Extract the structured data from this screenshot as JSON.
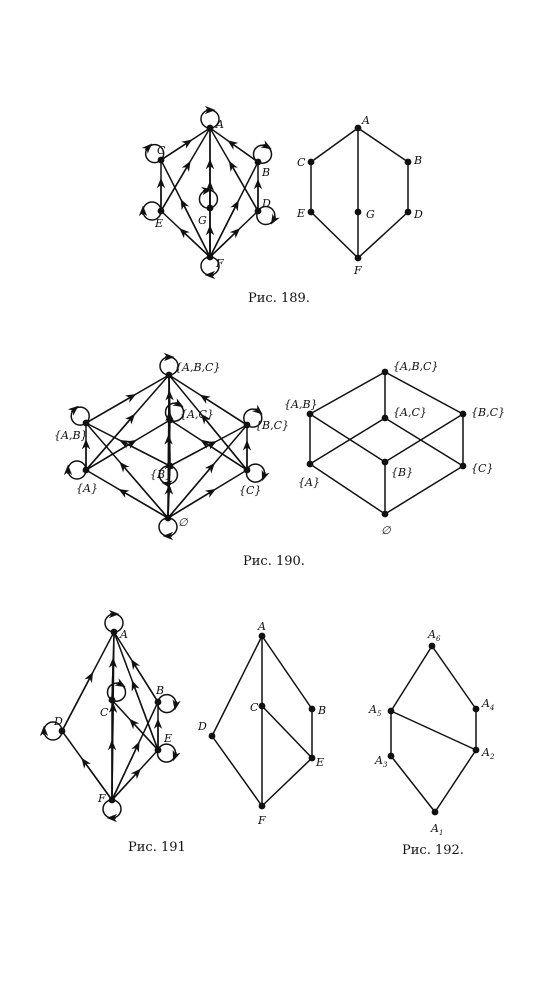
{
  "figures": [
    {
      "id": "fig189",
      "caption": "Рис. 189.",
      "graph_labels": {
        "A": "A",
        "B": "B",
        "C": "C",
        "D": "D",
        "E": "E",
        "F": "F",
        "G": "G"
      },
      "hasse_labels": {
        "A": "A",
        "B": "B",
        "C": "C",
        "D": "D",
        "E": "E",
        "F": "F",
        "G": "G"
      }
    },
    {
      "id": "fig190",
      "caption": "Рис. 190.",
      "graph_labels": {
        "ABC": "{A,B,C}",
        "AB": "{A,B}",
        "AC": "{A,C}",
        "BC": "{B,C}",
        "A": "{A}",
        "B": "{B}",
        "C": "{C}",
        "E": "∅"
      },
      "hasse_labels": {
        "ABC": "{A,B,C}",
        "AB": "{A,B}",
        "AC": "{A,C}",
        "BC": "{B,C}",
        "A": "{A}",
        "B": "{B}",
        "C": "{C}",
        "E": "∅"
      }
    },
    {
      "id": "fig191",
      "caption": "Рис. 191",
      "graph_labels": {
        "A": "A",
        "B": "B",
        "C": "C",
        "D": "D",
        "E": "E",
        "F": "F"
      },
      "hasse_labels": {
        "A": "A",
        "B": "B",
        "C": "C",
        "D": "D",
        "E": "E",
        "F": "F"
      }
    },
    {
      "id": "fig192",
      "caption": "Рис. 192.",
      "hasse_labels": {
        "A1": {
          "letter": "A",
          "index": "1"
        },
        "A2": {
          "letter": "A",
          "index": "2"
        },
        "A3": {
          "letter": "A",
          "index": "3"
        },
        "A4": {
          "letter": "A",
          "index": "4"
        },
        "A5": {
          "letter": "A",
          "index": "5"
        },
        "A6": {
          "letter": "A",
          "index": "6"
        }
      }
    }
  ]
}
